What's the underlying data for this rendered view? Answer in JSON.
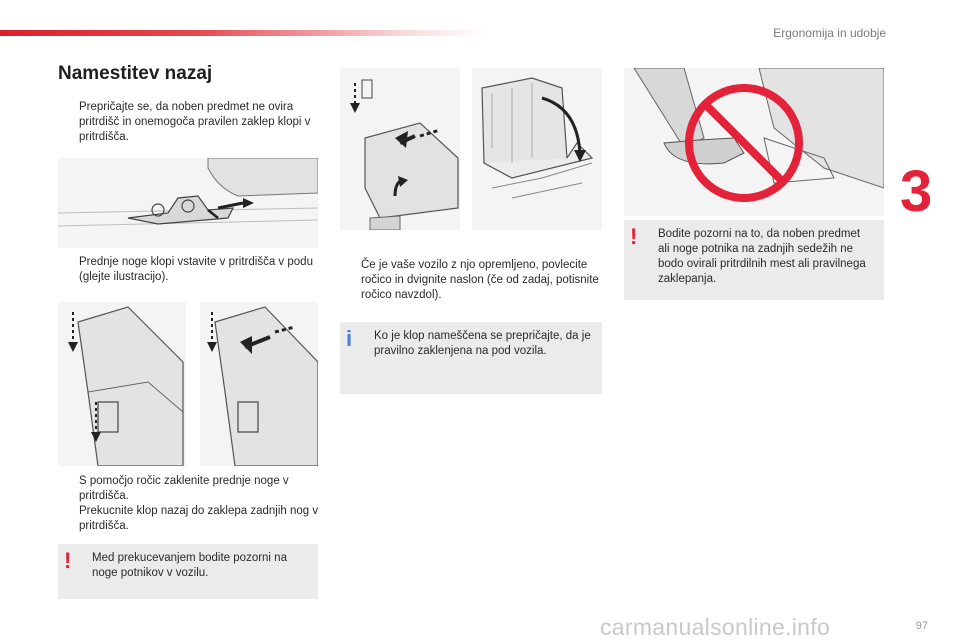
{
  "header": {
    "chapter_title": "Ergonomija in udobje",
    "chapter_number": "3"
  },
  "section": {
    "title": "Namestitev nazaj"
  },
  "bullets": {
    "b1": "Prepričajte se, da noben predmet ne ovira pritrdišč in onemogoča pravilen zaklep klopi v pritrdišča.",
    "b2": "Prednje noge klopi vstavite v pritrdišča v podu (glejte ilustracijo).",
    "b3": "S pomočjo ročic zaklenite prednje noge v pritrdišča.",
    "b4": "Prekucnite klop nazaj do zaklepa zadnjih nog v pritrdišča.",
    "b5": "Če je vaše vozilo z njo opremljeno, povlecite ročico in dvignite naslon (če od zadaj, potisnite ročico navzdol)."
  },
  "bullet_mark": "",
  "notes": {
    "warn1": {
      "icon": "!",
      "text": "Med prekucevanjem bodite pozorni na noge potnikov v vozilu."
    },
    "info1": {
      "icon": "i",
      "text": "Ko je klop nameščena se prepričajte, da je pravilno zaklenjena na pod vozila."
    },
    "warn2": {
      "icon": "!",
      "text": "Bodite pozorni na to, da noben predmet ali noge potnika na zadnjih sedežih ne bodo ovirali pritrdilnih mest ali pravilnega zaklepanja."
    }
  },
  "footer": {
    "page_number": "97",
    "watermark": "carmanualsonline.info"
  },
  "colors": {
    "accent_red": "#e2233a",
    "info_blue": "#4a7fd8",
    "note_bg": "#ebebeb"
  }
}
